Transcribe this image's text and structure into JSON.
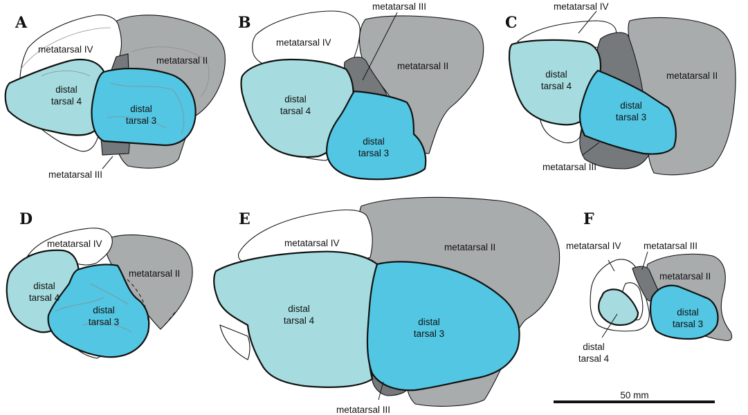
{
  "panels": {
    "A": {
      "letter": "A",
      "mt4": "metatarsal IV",
      "mt2": "metatarsal II",
      "mt3": "metatarsal III",
      "dt4_line1": "distal",
      "dt4_line2": "tarsal 4",
      "dt3_line1": "distal",
      "dt3_line2": "tarsal 3"
    },
    "B": {
      "letter": "B",
      "mt4": "metatarsal IV",
      "mt2": "metatarsal II",
      "mt3": "metatarsal III",
      "dt4_line1": "distal",
      "dt4_line2": "tarsal 4",
      "dt3_line1": "distal",
      "dt3_line2": "tarsal 3"
    },
    "C": {
      "letter": "C",
      "mt4": "metatarsal IV",
      "mt2": "metatarsal II",
      "mt3": "metatarsal III",
      "dt4_line1": "distal",
      "dt4_line2": "tarsal 4",
      "dt3_line1": "distal",
      "dt3_line2": "tarsal 3"
    },
    "D": {
      "letter": "D",
      "mt4": "metatarsal IV",
      "mt2": "metatarsal II",
      "dt4_line1": "distal",
      "dt4_line2": "tarsal 4",
      "dt3_line1": "distal",
      "dt3_line2": "tarsal 3"
    },
    "E": {
      "letter": "E",
      "mt4": "metatarsal IV",
      "mt2": "metatarsal II",
      "mt3": "metatarsal III",
      "dt4_line1": "distal",
      "dt4_line2": "tarsal 4",
      "dt3_line1": "distal",
      "dt3_line2": "tarsal 3"
    },
    "F": {
      "letter": "F",
      "mt4": "metatarsal IV",
      "mt2": "metatarsal II",
      "mt3": "metatarsal III",
      "dt4_line1": "distal",
      "dt4_line2": "tarsal 4",
      "dt3_line1": "distal",
      "dt3_line2": "tarsal 3"
    }
  },
  "scale_bar": {
    "label": "50 mm"
  },
  "colors": {
    "metatarsal_iv": "#ffffff",
    "metatarsal_ii": "#a9acad",
    "metatarsal_iii": "#76797b",
    "distal_tarsal_4": "#a6dcdf",
    "distal_tarsal_3": "#52c6e2"
  }
}
